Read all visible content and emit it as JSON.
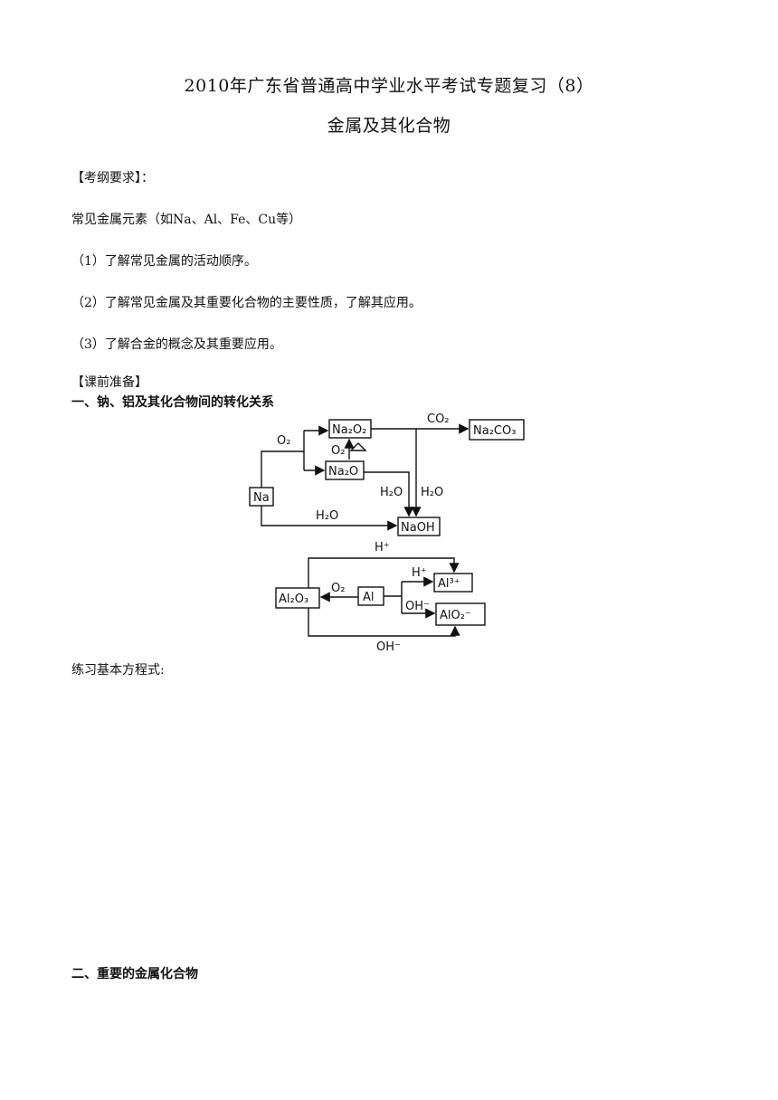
{
  "header": {
    "title": "2010年广东省普通高中学业水平考试专题复习（8）",
    "subtitle": "金属及其化合物"
  },
  "syllabus": {
    "heading": "【考纲要求】：",
    "scope": "常见金属元素（如Na、Al、Fe、Cu等）",
    "items": [
      "（1）了解常见金属的活动顺序。",
      "（2）了解常见金属及其重要化合物的主要性质，了解其应用。",
      "（3）了解合金的概念及其重要应用。"
    ]
  },
  "prep": {
    "heading": "【课前准备】",
    "section1": "一、钠、铝及其化合物间的转化关系",
    "practice": "练习基本方程式:",
    "section2": "二、重要的金属化合物"
  },
  "diagram_na": {
    "na": "Na",
    "na2o2": "Na₂O₂",
    "na2o": "Na₂O",
    "na2co3": "Na₂CO₃",
    "naoh": "NaOH",
    "o2_top": "O₂",
    "o2_heat": "O₂",
    "co2": "CO₂",
    "h2o_a": "H₂O",
    "h2o_b": "H₂O",
    "h2o_c": "H₂O"
  },
  "diagram_al": {
    "al": "Al",
    "al2o3": "Al₂O₃",
    "al3": "Al³⁺",
    "alo2": "AlO₂⁻",
    "o2": "O₂",
    "h_top": "H⁺",
    "h_mid": "H⁺",
    "oh_mid": "OH⁻",
    "oh_bottom": "OH⁻"
  }
}
